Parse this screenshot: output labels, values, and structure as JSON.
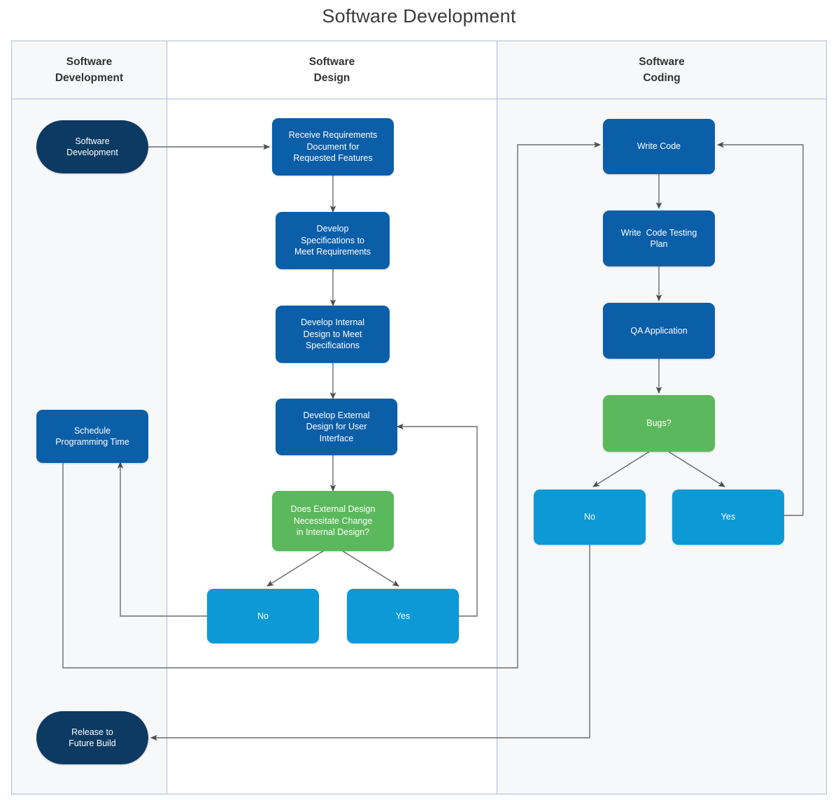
{
  "title": "Software Development",
  "colors": {
    "terminator": "#0c3a62",
    "process": "#0b5ea8",
    "decision": "#5cb85c",
    "branch": "#0d99d6",
    "lane_border": "#a9bdd4",
    "lane_bg": "#f7f8f9",
    "lane_bg_mid": "#ffffff",
    "connector": "#595959",
    "title_text": "#3b3b3b"
  },
  "lanes": [
    {
      "id": "development",
      "title": "Software\nDevelopment",
      "line1": "Software",
      "line2": "Development"
    },
    {
      "id": "design",
      "title": "Software\nDesign",
      "line1": "Software",
      "line2": "Design"
    },
    {
      "id": "coding",
      "title": "Software\nCoding",
      "line1": "Software",
      "line2": "Coding"
    }
  ],
  "nodes": {
    "software_development": {
      "label": "Software\nDevelopment",
      "line1": "Software",
      "line2": "Development",
      "shape": "terminator",
      "lane": "development"
    },
    "schedule_programming_time": {
      "label": "Schedule\nProgramming Time",
      "line1": "Schedule",
      "line2": "Programming Time",
      "shape": "process",
      "lane": "development"
    },
    "release_to_future_build": {
      "label": "Release to\nFuture Build",
      "line1": "Release to",
      "line2": "Future Build",
      "shape": "terminator",
      "lane": "development"
    },
    "receive_requirements": {
      "label": "Receive Requirements\nDocument for\nRequested Features",
      "line1": "Receive Requirements",
      "line2": "Document for",
      "line3": "Requested Features",
      "shape": "process",
      "lane": "design"
    },
    "develop_specifications": {
      "label": "Develop\nSpecifications to\nMeet Requirements",
      "line1": "Develop",
      "line2": "Specifications to",
      "line3": "Meet Requirements",
      "shape": "process",
      "lane": "design"
    },
    "develop_internal_design": {
      "label": "Develop Internal\nDesign to Meet\nSpecifications",
      "line1": "Develop Internal",
      "line2": "Design to Meet",
      "line3": "Specifications",
      "shape": "process",
      "lane": "design"
    },
    "develop_external_design": {
      "label": "Develop External\nDesign for User\nInterface",
      "line1": "Develop External",
      "line2": "Design for User",
      "line3": "Interface",
      "shape": "process",
      "lane": "design"
    },
    "external_design_decision": {
      "label": "Does External Design\nNecessitate Change\nin Internal Design?",
      "line1": "Does External Design",
      "line2": "Necessitate Change",
      "line3": "in Internal Design?",
      "shape": "decision",
      "lane": "design"
    },
    "design_no": {
      "label": "No",
      "shape": "branch",
      "lane": "design"
    },
    "design_yes": {
      "label": "Yes",
      "shape": "branch",
      "lane": "design"
    },
    "write_code": {
      "label": "Write Code",
      "shape": "process",
      "lane": "coding"
    },
    "write_code_testing_plan": {
      "label": "Write  Code Testing\nPlan",
      "line1": "Write  Code Testing",
      "line2": "Plan",
      "shape": "process",
      "lane": "coding"
    },
    "qa_application": {
      "label": "QA Application",
      "shape": "process",
      "lane": "coding"
    },
    "bugs_decision": {
      "label": "Bugs?",
      "shape": "decision",
      "lane": "coding"
    },
    "coding_no": {
      "label": "No",
      "shape": "branch",
      "lane": "coding"
    },
    "coding_yes": {
      "label": "Yes",
      "shape": "branch",
      "lane": "coding"
    }
  },
  "edges": [
    {
      "from": "software_development",
      "to": "receive_requirements"
    },
    {
      "from": "receive_requirements",
      "to": "develop_specifications"
    },
    {
      "from": "develop_specifications",
      "to": "develop_internal_design"
    },
    {
      "from": "develop_internal_design",
      "to": "develop_external_design"
    },
    {
      "from": "develop_external_design",
      "to": "external_design_decision"
    },
    {
      "from": "external_design_decision",
      "to": "design_no"
    },
    {
      "from": "external_design_decision",
      "to": "design_yes"
    },
    {
      "from": "design_no",
      "to": "schedule_programming_time"
    },
    {
      "from": "design_yes",
      "to": "develop_external_design"
    },
    {
      "from": "schedule_programming_time",
      "to": "write_code"
    },
    {
      "from": "write_code",
      "to": "write_code_testing_plan"
    },
    {
      "from": "write_code_testing_plan",
      "to": "qa_application"
    },
    {
      "from": "qa_application",
      "to": "bugs_decision"
    },
    {
      "from": "bugs_decision",
      "to": "coding_no"
    },
    {
      "from": "bugs_decision",
      "to": "coding_yes"
    },
    {
      "from": "coding_yes",
      "to": "write_code"
    },
    {
      "from": "coding_no",
      "to": "release_to_future_build"
    }
  ]
}
